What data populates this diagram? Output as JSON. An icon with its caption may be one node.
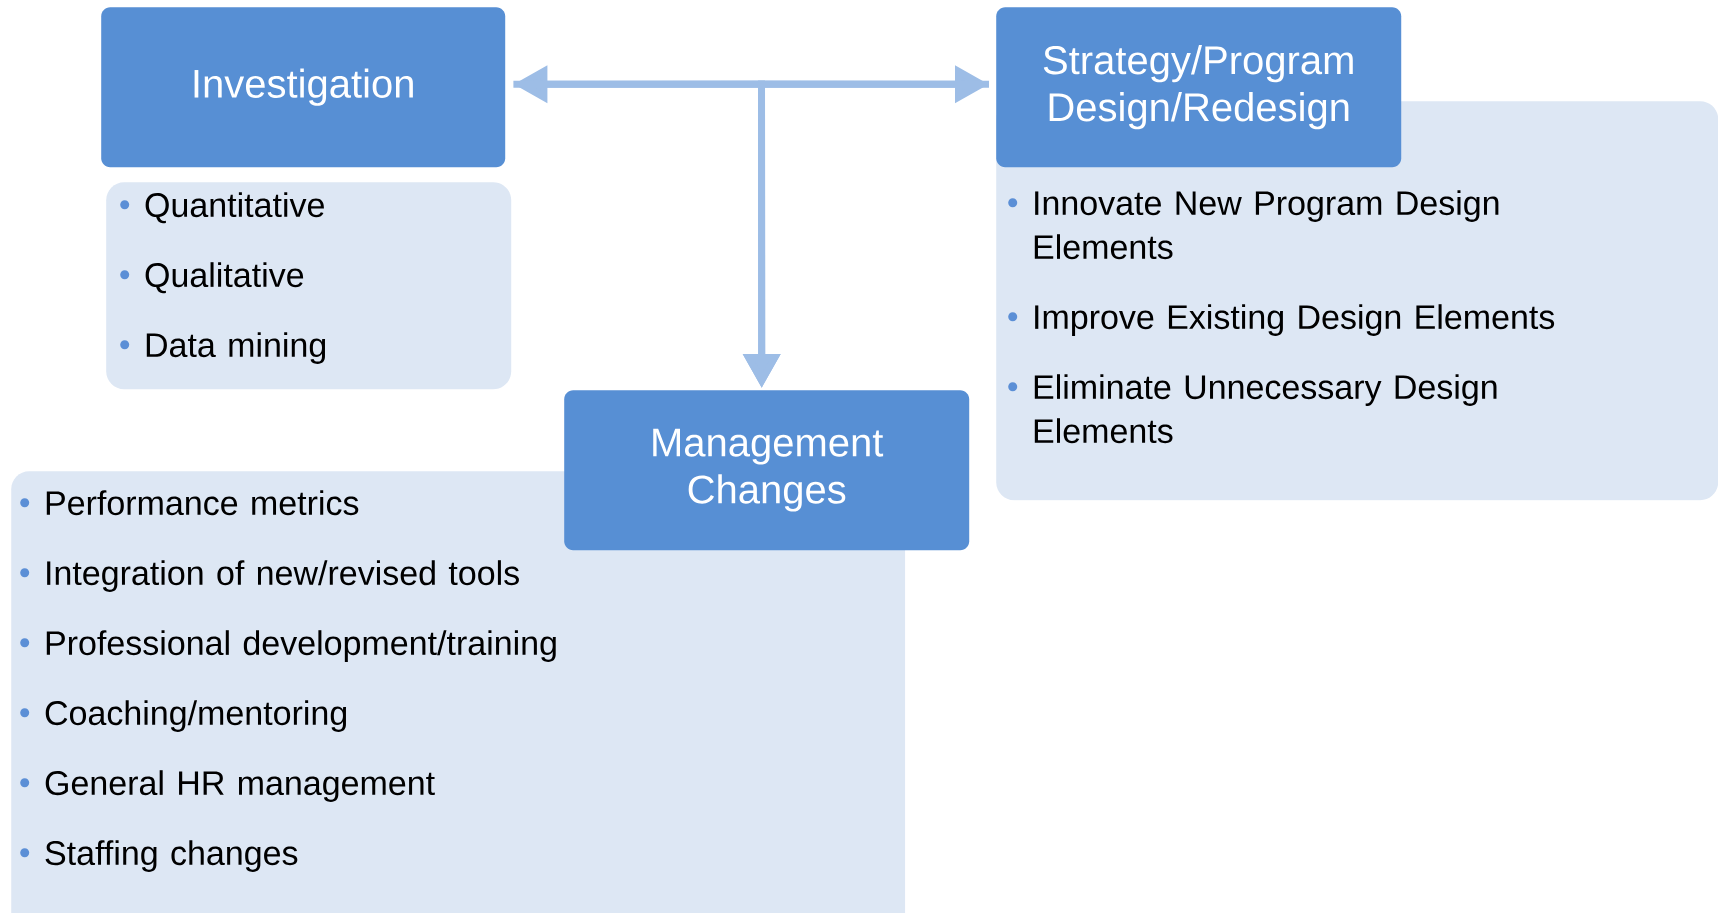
{
  "diagram": {
    "nodes": [
      {
        "text": [
          "Investigation"
        ]
      },
      {
        "text": [
          "Quantitative",
          "Qualitative",
          "Data mining"
        ]
      },
      {
        "text": [
          "Strategy/Program Design/Redesign"
        ]
      },
      {
        "text": [
          "Innovate New Program Design Elements",
          "Improve Existing Design Elements",
          "Eliminate Unnecessary Design Elements"
        ]
      },
      {
        "text": [
          "Management Changes"
        ]
      },
      {
        "text": [
          "Performance metrics",
          "Integration of new/revised tools",
          "Professional development/training",
          "Coaching/mentoring",
          "General HR management",
          "Staffing changes"
        ]
      }
    ],
    "edges": [
      {
        "from": 0,
        "to": 2,
        "arrow": "both"
      },
      {
        "from": 0,
        "to": 4,
        "arrow": "to"
      },
      {
        "from": 2,
        "to": 4,
        "arrow": "to"
      }
    ]
  }
}
